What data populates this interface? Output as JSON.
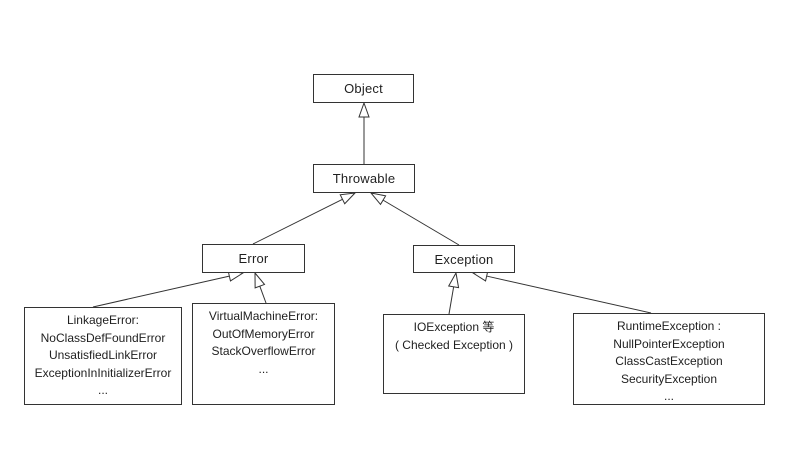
{
  "diagram": {
    "type": "class-inheritance-hierarchy",
    "nodes": {
      "object": {
        "label": "Object"
      },
      "throwable": {
        "label": "Throwable"
      },
      "error": {
        "label": "Error"
      },
      "exception": {
        "label": "Exception"
      },
      "linkage_error_group": {
        "lines": [
          "LinkageError:",
          "NoClassDefFoundError",
          "UnsatisfiedLinkError",
          "ExceptionInInitializerError",
          "..."
        ]
      },
      "virtual_machine_error_group": {
        "lines": [
          "VirtualMachineError:",
          "OutOfMemoryError",
          "StackOverflowError",
          "..."
        ]
      },
      "io_exception_group": {
        "lines": [
          "IOException 等",
          "( Checked Exception )"
        ]
      },
      "runtime_exception_group": {
        "lines": [
          "RuntimeException :",
          "NullPointerException",
          "ClassCastException",
          "SecurityException",
          "..."
        ]
      }
    },
    "edges": [
      {
        "from": "Throwable",
        "to": "Object"
      },
      {
        "from": "Error",
        "to": "Throwable"
      },
      {
        "from": "Exception",
        "to": "Throwable"
      },
      {
        "from": "LinkageError group",
        "to": "Error"
      },
      {
        "from": "VirtualMachineError group",
        "to": "Error"
      },
      {
        "from": "IOException group",
        "to": "Exception"
      },
      {
        "from": "RuntimeException group",
        "to": "Exception"
      }
    ],
    "colors": {
      "line": "#333333",
      "text": "#1f1f1f",
      "background": "#ffffff"
    }
  }
}
